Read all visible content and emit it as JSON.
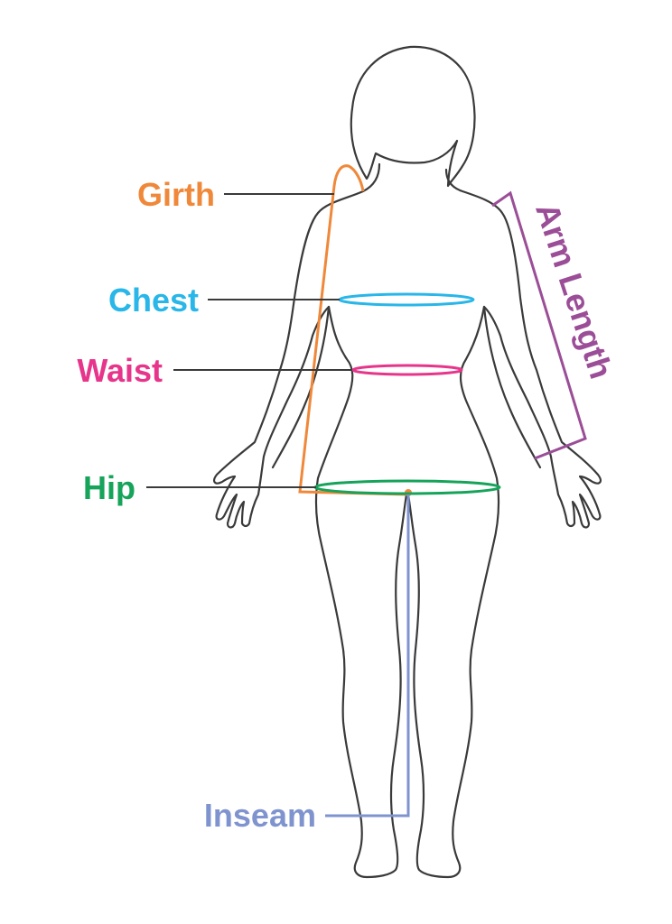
{
  "colors": {
    "girth": "#f0883a",
    "chest": "#29b6e8",
    "waist": "#e6358a",
    "hip": "#16a35a",
    "inseam": "#7f93cf",
    "arm_length": "#9b4e97",
    "outline": "#3a3a3a",
    "background": "#ffffff"
  },
  "labels": {
    "girth": "Girth",
    "chest": "Chest",
    "waist": "Waist",
    "hip": "Hip",
    "inseam": "Inseam",
    "arm_length": "Arm Length"
  }
}
